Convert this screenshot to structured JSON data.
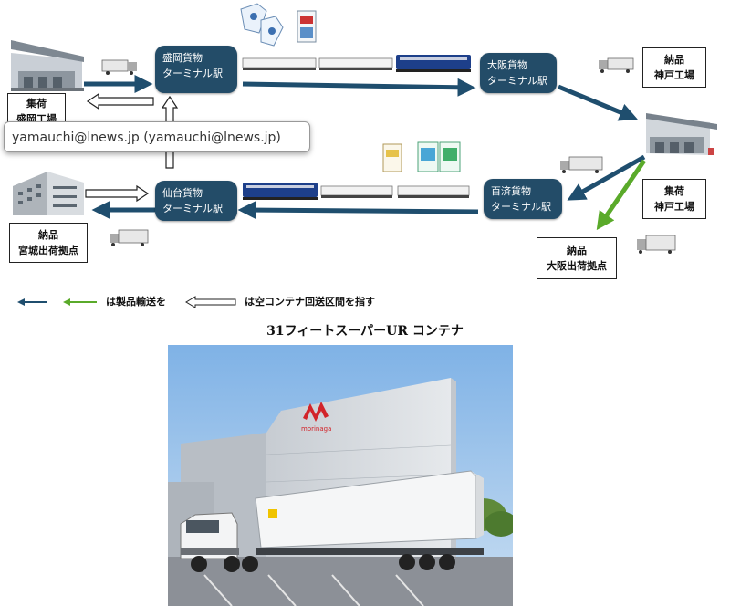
{
  "tooltip": {
    "text": "yamauchi@lnews.jp (yamauchi@lnews.jp)"
  },
  "stations": {
    "morioka": [
      "盛岡貨物",
      "ターミナル駅"
    ],
    "osaka": [
      "大阪貨物",
      "ターミナル駅"
    ],
    "sendai": [
      "仙台貨物",
      "ターミナル駅"
    ],
    "hyakusai": [
      "百済貨物",
      "ターミナル駅"
    ]
  },
  "boxes": {
    "morioka_factory": [
      "集荷",
      "盛岡工場"
    ],
    "kobe_delivery": [
      "納品",
      "神戸工場"
    ],
    "kobe_pickup": [
      "集荷",
      "神戸工場"
    ],
    "miyagi_delivery": [
      "納品",
      "宮城出荷拠点"
    ],
    "osaka_delivery": [
      "納品",
      "大阪出荷拠点"
    ]
  },
  "legend": {
    "product_text": "は製品輸送を",
    "empty_text": "は空コンテナ回送区間を指す"
  },
  "caption": "31フィートスーパーUR コンテナ",
  "photo": {
    "brand": "morinaga"
  },
  "colors": {
    "navy": "#1f4e6e",
    "station": "#234c68",
    "green": "#5aaa2a"
  }
}
